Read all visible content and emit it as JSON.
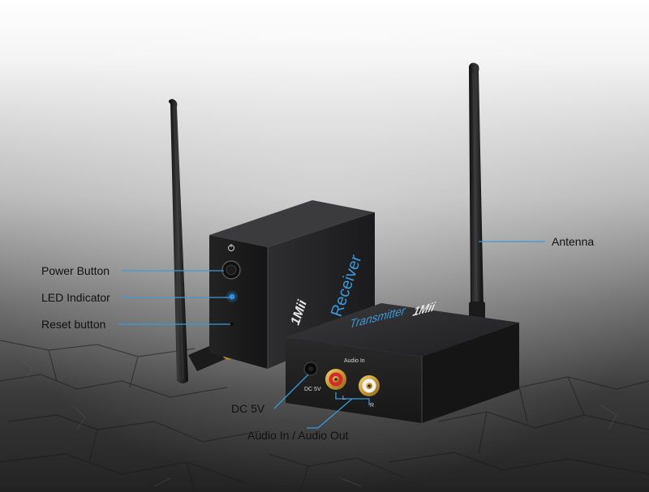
{
  "callouts": {
    "power_button": "Power Button",
    "led_indicator": "LED Indicator",
    "reset_button": "Reset button",
    "dc_5v": "DC 5V",
    "audio_in_out": "Audio In / Audio Out",
    "antenna": "Antenna"
  },
  "device": {
    "brand_logo": "1Mii",
    "receiver_label": "Receiver",
    "transmitter_label": "Transmitter",
    "port_dc_label": "DC 5V",
    "port_audio_label": "Audio In",
    "port_l_label": "L",
    "port_r_label": "R"
  },
  "colors": {
    "callout_line": "#3a9ad9",
    "led": "#2f8ee0",
    "rca_left": "#d42a2a",
    "rca_right": "#f2f2f2",
    "gold": "#d9b14a"
  }
}
